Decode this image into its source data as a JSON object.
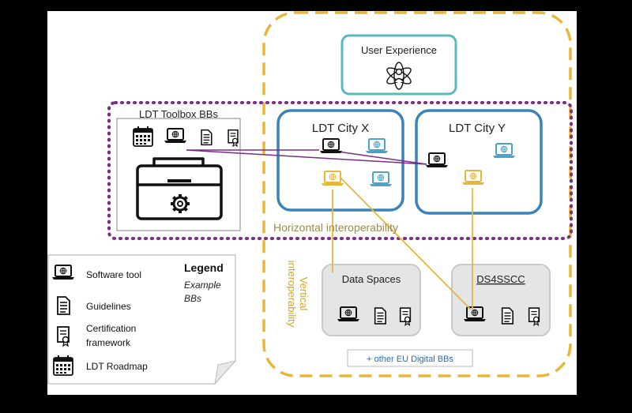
{
  "user_experience": {
    "label": "User Experience"
  },
  "toolbox": {
    "label": "LDT Toolbox BBs"
  },
  "city_x": {
    "label": "LDT City X"
  },
  "city_y": {
    "label": "LDT City Y"
  },
  "horizontal": {
    "label": "Horizontal interoperability"
  },
  "vertical": {
    "line1": "Vertical",
    "line2": "interoperability"
  },
  "data_spaces": {
    "label": "Data Spaces"
  },
  "ds4sscc": {
    "label": "DS4SSCC"
  },
  "other_bbs": {
    "label": "+ other EU Digital BBs"
  },
  "legend": {
    "title": "Legend",
    "subtitle_line1": "Example",
    "subtitle_line2": "BBs",
    "items": [
      {
        "label": "Software tool",
        "icon": "laptop-icon"
      },
      {
        "label": "Guidelines",
        "icon": "document-icon"
      },
      {
        "label_line1": "Certification",
        "label_line2": "framework",
        "icon": "certificate-icon"
      },
      {
        "label": "LDT Roadmap",
        "icon": "calendar-icon"
      }
    ]
  },
  "colors": {
    "orange": "#e8b73a",
    "purple": "#7b2c86",
    "blue": "#3a82b8",
    "teal": "#5ab8c0",
    "cyan_icon": "#4aa3c9",
    "grey_box": "#e4e5e7",
    "black": "#111111"
  }
}
